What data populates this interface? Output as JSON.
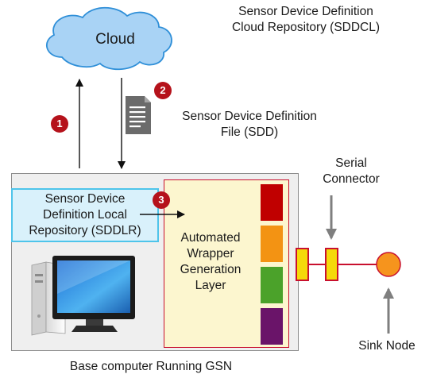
{
  "cloud": {
    "label": "Cloud"
  },
  "cloud_repository": {
    "line1": "Sensor Device Definition",
    "line2": "Cloud Repository (SDDCL)"
  },
  "sdd_file": {
    "line1": "Sensor Device Definition",
    "line2": "File (SDD)"
  },
  "local_repository": {
    "line1": "Sensor Device",
    "line2": "Definition Local",
    "line3": "Repository (SDDLR)"
  },
  "wrapper_layer": {
    "line1": "Automated",
    "line2": "Wrapper",
    "line3": "Generation",
    "line4": "Layer"
  },
  "serial_connector": {
    "line1": "Serial",
    "line2": "Connector"
  },
  "sink_node": {
    "label": "Sink Node"
  },
  "base_computer": {
    "label": "Base computer Running GSN"
  },
  "steps": [
    "1",
    "2",
    "3"
  ],
  "colors": {
    "cloud_fill": "#a9d3f5",
    "cloud_stroke": "#2f8fd8",
    "step_badge": "#b5121b",
    "layer_swatches": [
      "#c00000",
      "#f39313",
      "#4ba22a",
      "#6a1469"
    ],
    "connector_fill": "#f5d90a",
    "connector_stroke": "#c8102e",
    "sink_node_fill": "#f6941d"
  }
}
